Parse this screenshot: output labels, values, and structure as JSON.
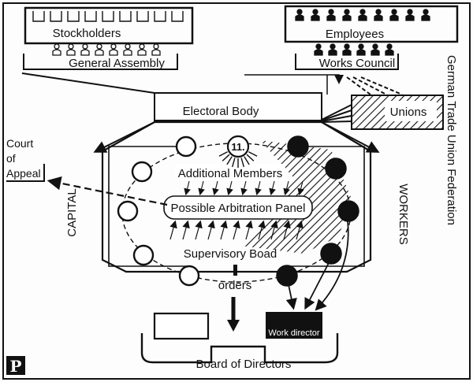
{
  "labels": {
    "stockholders": "Stockholders",
    "employees": "Employees",
    "general_assembly": "General Assembly",
    "works_council": "Works Council",
    "electoral_body": "Electoral Body",
    "unions": "Unions",
    "federation": "German Trade Union Federation",
    "court": [
      "Court",
      "of",
      "Appeal"
    ],
    "capital": "CAPITAL",
    "workers": "WORKERS",
    "additional_members": "Additional Members",
    "arbitration_panel": "Possible Arbitration Panel",
    "supervisory_board": "Supervisory Boad",
    "orders": "orders",
    "work_director": "Work director",
    "board_of_directors": "Board of Directors",
    "neutral_member_number": "11.",
    "corner_mark": "P"
  },
  "counts": {
    "capital_members": 5,
    "worker_members": 5,
    "employee_figures": 9,
    "council_figures": 6,
    "assembly_figures": 8
  },
  "colors": {
    "ink": "#111111",
    "paper": "#fdfdfd"
  }
}
